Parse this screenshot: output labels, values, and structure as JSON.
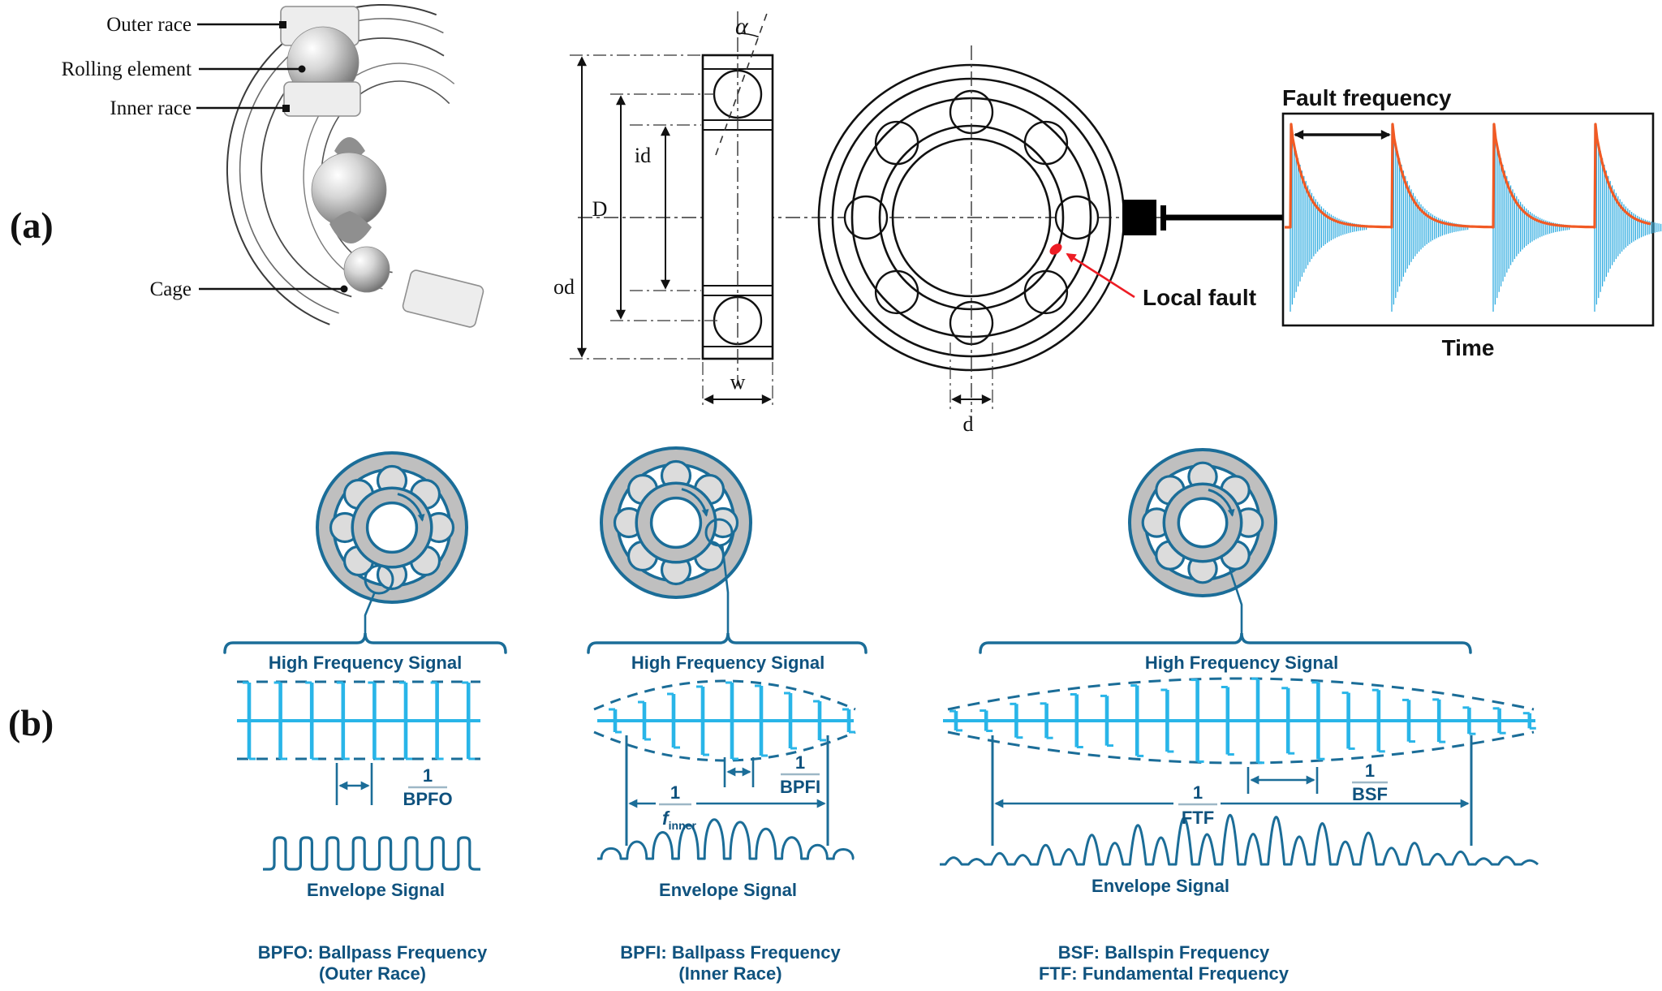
{
  "colors": {
    "cyan": "#29b5e8",
    "wave_blue": "#1b6d98",
    "ink_blue": "#0f527e",
    "plot_blue": "#2aa9df",
    "plot_orange": "#f15a24",
    "fault_red": "#ed1c24",
    "bearing_gray": "#bfbfbf",
    "ball_gray": "#dcdcdc"
  },
  "panel_a": {
    "label": "(a)",
    "cutaway": {
      "outer_race": "Outer race",
      "rolling_element": "Rolling element",
      "inner_race": "Inner race",
      "cage": "Cage"
    },
    "cross_section": {
      "alpha": "α",
      "outer_diameter": "od",
      "pitch_diameter": "D",
      "inner_diameter": "id",
      "width": "w"
    },
    "front_view": {
      "ball_diameter": "d",
      "local_fault": "Local fault"
    },
    "plot": {
      "title": "Fault frequency",
      "xlabel": "Time"
    }
  },
  "panel_b": {
    "label": "(b)",
    "bpfo": {
      "hfs": "High Frequency Signal",
      "frac_num": "1",
      "frac_den": "BPFO",
      "env": "Envelope Signal",
      "cap1": "BPFO: Ballpass Frequency",
      "cap2": "(Outer Race)"
    },
    "bpfi": {
      "hfs": "High Frequency Signal",
      "frac_num": "1",
      "frac_den": "BPFI",
      "long_num": "1",
      "long_den_f": "f",
      "long_den_sub": "inner",
      "env": "Envelope Signal",
      "cap1": "BPFI: Ballpass Frequency",
      "cap2": "(Inner Race)"
    },
    "bsf": {
      "hfs": "High Frequency Signal",
      "frac_num": "1",
      "frac_den": "BSF",
      "long_num": "1",
      "long_den": "FTF",
      "env": "Envelope Signal",
      "cap1": "BSF: Ballspin Frequency",
      "cap2": "FTF: Fundamental Frequency"
    }
  },
  "chart_data": {
    "type": "line",
    "title": "Fault frequency",
    "xlabel": "Time",
    "ylabel": "",
    "grid": false,
    "series": [
      {
        "name": "high-frequency vibration bursts",
        "color": "#2aa9df",
        "impulse_times_relative": [
          0,
          1,
          2,
          3
        ],
        "description": "four decaying resonance oscillation packets, one per fault impact"
      },
      {
        "name": "decay envelope",
        "color": "#f15a24",
        "description": "exponential decay envelope repeating each burst; flat at baseline between bursts"
      }
    ],
    "annotation": "double-headed arrow over first interval marks one fault period (1/fault frequency)"
  }
}
